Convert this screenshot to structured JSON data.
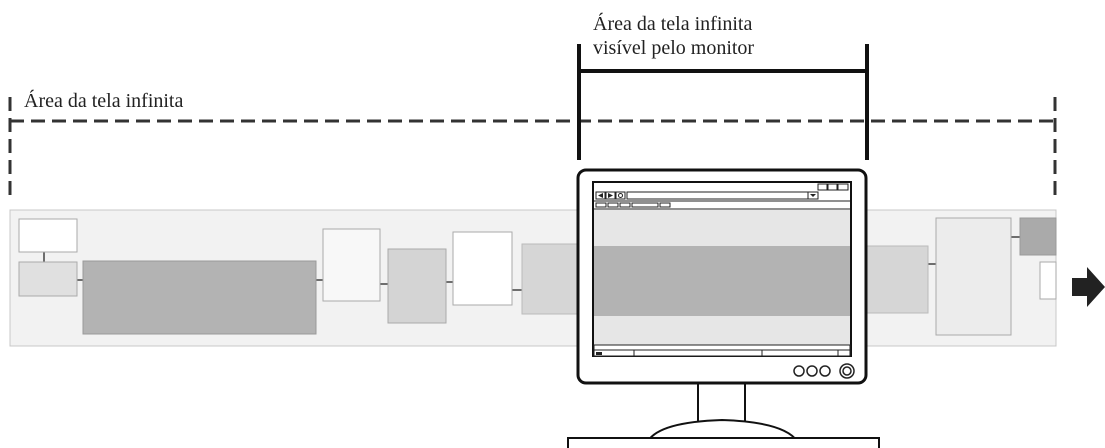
{
  "labels": {
    "infinite_area": "Área da tela infinita",
    "visible_area_line1": "Área da tela infinita",
    "visible_area_line2": "visível pelo monitor"
  },
  "colors": {
    "strip_bg": "#f2f2f2",
    "strip_border": "#c8c8c8",
    "dark_block": "#b3b3b3",
    "mid_block": "#d2d2d2",
    "light_block": "#e0e0e0",
    "white_block": "#ffffff",
    "bracket": "#111111",
    "dashed": "#333333",
    "arrow": "#222222"
  },
  "icons": {
    "direction_arrow": "right-arrow-icon",
    "monitor": "monitor-icon",
    "monitor_buttons": "circle-button-icon"
  }
}
